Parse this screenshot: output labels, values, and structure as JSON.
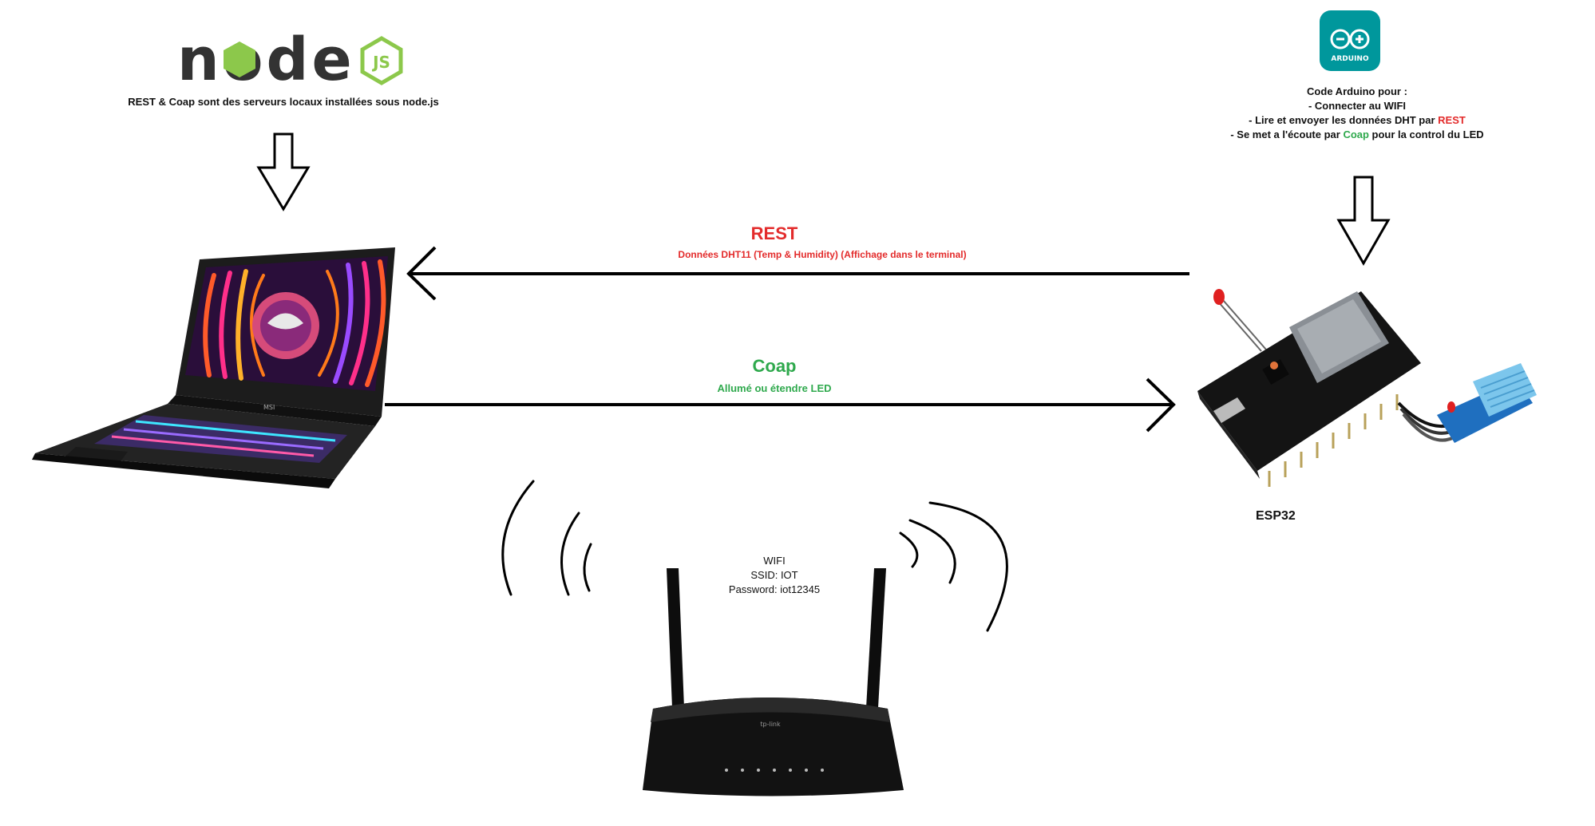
{
  "nodejs": {
    "logo_text": "node",
    "logo_badge": "JS",
    "caption": "REST & Coap sont des serveurs locaux installées sous node.js"
  },
  "arduino": {
    "logo_text": "ARDUINO",
    "title": "Code Arduino pour :",
    "line1": "- Connecter au WIFI",
    "line2_pre": "- Lire et envoyer les données DHT par ",
    "line2_hl": "REST",
    "line3_pre": "- Se met a l'écoute par ",
    "line3_hl": "Coap",
    "line3_post": " pour la control du LED"
  },
  "rest": {
    "title": "REST",
    "subtitle": "Données DHT11 (Temp & Humidity) (Affichage dans le terminal)"
  },
  "coap": {
    "title": "Coap",
    "subtitle": "Allumé ou étendre LED"
  },
  "esp32": {
    "label": "ESP32"
  },
  "laptop": {
    "brand": "MSI"
  },
  "router": {
    "wifi": "WIFI",
    "ssid": "SSID: IOT",
    "password": "Password: iot12345"
  },
  "colors": {
    "rest": "#e32b2b",
    "coap": "#2fa94d",
    "node_green": "#8cc84b",
    "arduino_teal": "#00979c"
  }
}
